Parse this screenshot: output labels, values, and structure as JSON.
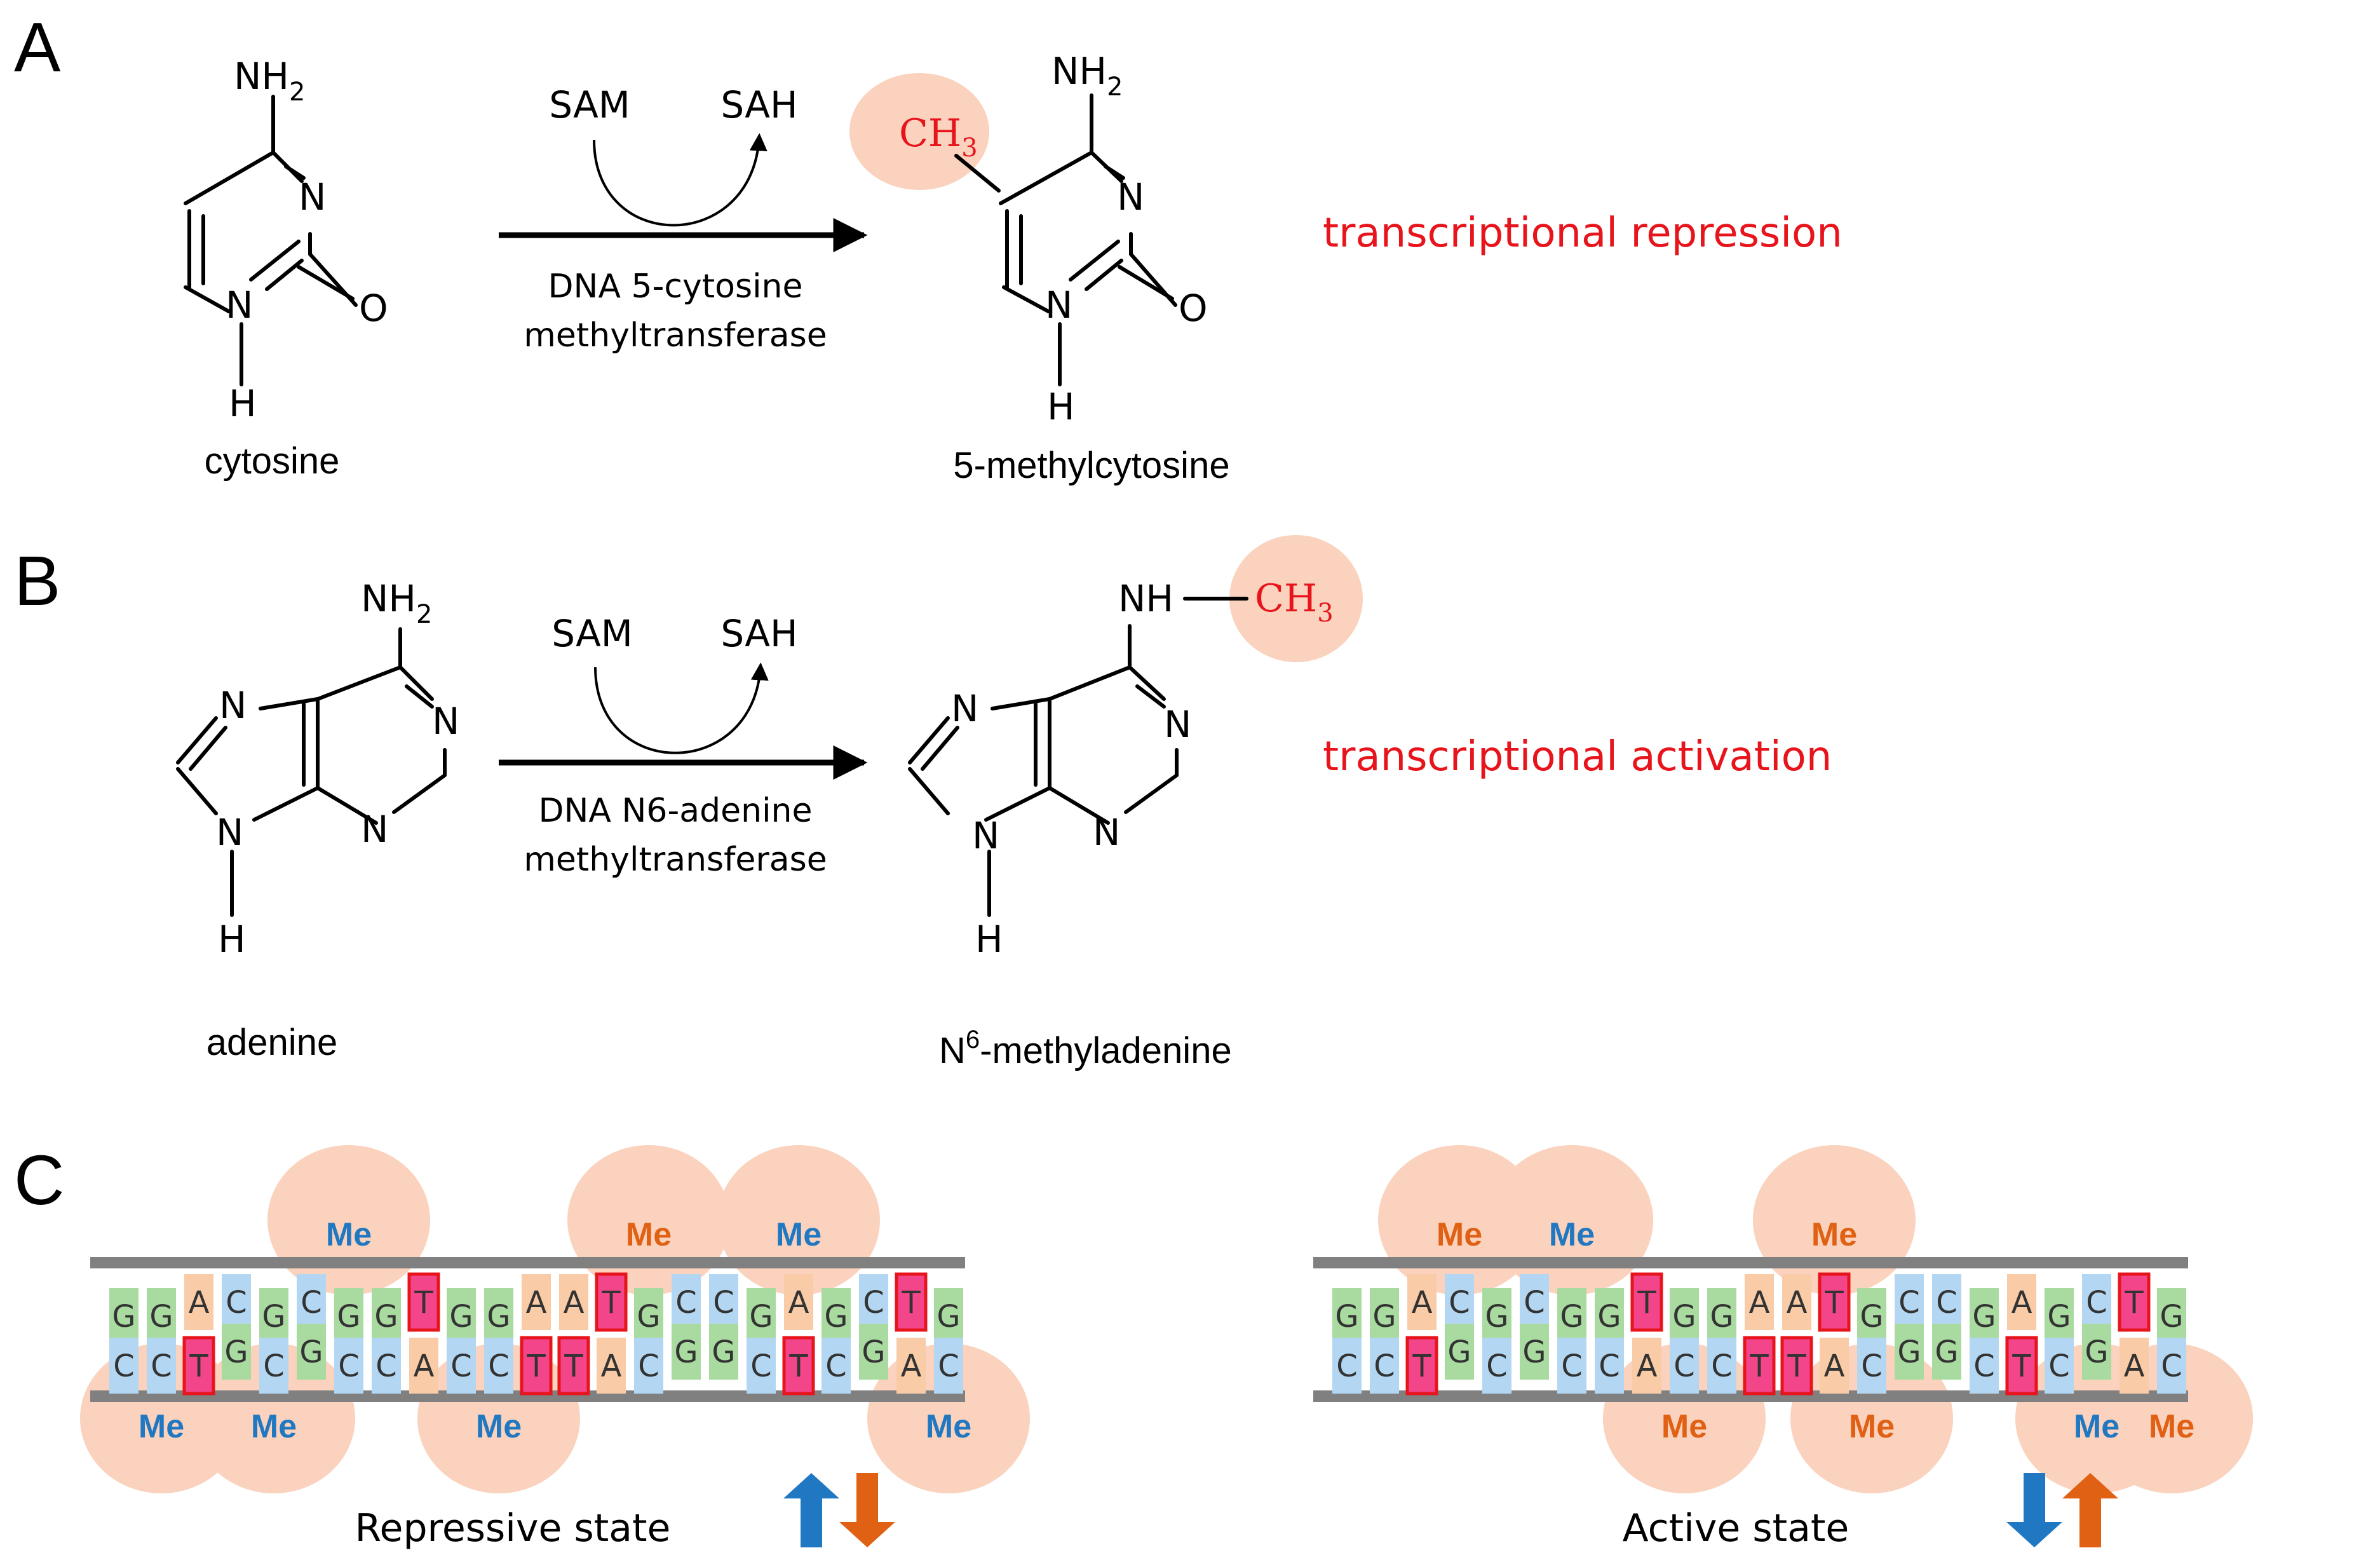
{
  "panels": {
    "a": {
      "letter": "A",
      "substrate": {
        "name": "cytosine",
        "amino": "NH",
        "amino_sub": "2",
        "n3": "N",
        "n1": "N",
        "o": "O",
        "h": "H"
      },
      "product": {
        "name": "5-methylcytosine",
        "amino": "NH",
        "amino_sub": "2",
        "methyl": "CH",
        "methyl_sub": "3",
        "n3": "N",
        "n1": "N",
        "o": "O",
        "h": "H"
      },
      "reaction": {
        "donor": "SAM",
        "byproduct": "SAH",
        "enzyme_line1": "DNA 5-cytosine",
        "enzyme_line2": "methyltransferase"
      },
      "effect": "transcriptional repression"
    },
    "b": {
      "letter": "B",
      "substrate": {
        "name": "adenine",
        "amino": "NH",
        "amino_sub": "2",
        "n7": "N",
        "n1": "N",
        "n9": "N",
        "n3": "N",
        "h": "H"
      },
      "product": {
        "name_sup": "6",
        "name_base": "N",
        "name_rest": "-methyladenine",
        "amino": "NH",
        "methyl": "CH",
        "methyl_sub": "3",
        "n7": "N",
        "n1": "N",
        "n9": "N",
        "n3": "N",
        "h": "H"
      },
      "reaction": {
        "donor": "SAM",
        "byproduct": "SAH",
        "enzyme_line1": "DNA N6-adenine",
        "enzyme_line2": "methyltransferase"
      },
      "effect": "transcriptional activation"
    },
    "c": {
      "letter": "C",
      "me_label": "Me",
      "top_strand": [
        "G",
        "G",
        "A",
        "C",
        "G",
        "C",
        "G",
        "G",
        "T",
        "G",
        "G",
        "A",
        "A",
        "T",
        "G",
        "C",
        "C",
        "G",
        "A",
        "G",
        "C",
        "T",
        "G"
      ],
      "bottom_strand": [
        "C",
        "C",
        "T",
        "G",
        "C",
        "G",
        "C",
        "C",
        "A",
        "C",
        "C",
        "T",
        "T",
        "A",
        "C",
        "G",
        "G",
        "C",
        "T",
        "C",
        "G",
        "A",
        "C"
      ],
      "highlighted_top": [
        8,
        13,
        21
      ],
      "highlighted_bottom": [
        2,
        11,
        12,
        18
      ],
      "repressive": {
        "label": "Repressive state",
        "marks_top": [
          {
            "pos": 6,
            "kind": "C"
          },
          {
            "pos": 14,
            "kind": "A"
          },
          {
            "pos": 18,
            "kind": "C"
          }
        ],
        "marks_bottom": [
          {
            "pos": 1,
            "kind": "C"
          },
          {
            "pos": 4,
            "kind": "C"
          },
          {
            "pos": 10,
            "kind": "C"
          },
          {
            "pos": 22,
            "kind": "C"
          }
        ],
        "arrows": [
          "up",
          "down"
        ]
      },
      "active": {
        "label": "Active state",
        "marks_top": [
          {
            "pos": 3,
            "kind": "A"
          },
          {
            "pos": 6,
            "kind": "C"
          },
          {
            "pos": 13,
            "kind": "A"
          }
        ],
        "marks_bottom": [
          {
            "pos": 9,
            "kind": "A"
          },
          {
            "pos": 14,
            "kind": "A"
          },
          {
            "pos": 20,
            "kind": "C"
          },
          {
            "pos": 22,
            "kind": "A"
          }
        ],
        "arrows": [
          "down",
          "up"
        ]
      }
    }
  },
  "colors": {
    "G": "#a9dba0",
    "C": "#b3d7f2",
    "A": "#f9cba7",
    "T": "#f2458a",
    "highlight_border": "#e8141c",
    "strand": "#808080",
    "me_halo": "#fad2bd",
    "me_cytosine": "#1f78c1",
    "me_adenine": "#e06014",
    "effect": "#e8141c",
    "arrow_blue": "#1f78c1",
    "arrow_orange": "#e06014"
  }
}
